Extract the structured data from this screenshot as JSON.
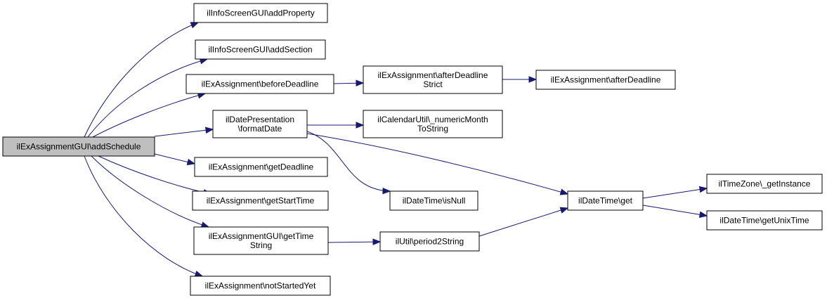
{
  "diagram": {
    "edge_color": "#191970",
    "root_fill": "#bfbfbf",
    "nodes": {
      "root": [
        "ilExAssignmentGUI\\addSchedule"
      ],
      "addProperty": [
        "ilInfoScreenGUI\\addProperty"
      ],
      "addSection": [
        "ilInfoScreenGUI\\addSection"
      ],
      "beforeDeadline": [
        "ilExAssignment\\beforeDeadline"
      ],
      "afterDeadlineStrict": [
        "ilExAssignment\\afterDeadline",
        "Strict"
      ],
      "afterDeadline": [
        "ilExAssignment\\afterDeadline"
      ],
      "formatDate": [
        "ilDatePresentation",
        "\\formatDate"
      ],
      "numericMonth": [
        "ilCalendarUtil\\_numericMonth",
        "ToString"
      ],
      "getDeadline": [
        "ilExAssignment\\getDeadline"
      ],
      "isNull": [
        "ilDateTime\\isNull"
      ],
      "getStartTime": [
        "ilExAssignment\\getStartTime"
      ],
      "dtGet": [
        "ilDateTime\\get"
      ],
      "getInstance": [
        "ilTimeZone\\_getInstance"
      ],
      "getUnixTime": [
        "ilDateTime\\getUnixTime"
      ],
      "getTimeString": [
        "ilExAssignmentGUI\\getTime",
        "String"
      ],
      "period2String": [
        "ilUtil\\period2String"
      ],
      "notStartedYet": [
        "ilExAssignment\\notStartedYet"
      ]
    },
    "edges": [
      [
        "root",
        "addProperty"
      ],
      [
        "root",
        "addSection"
      ],
      [
        "root",
        "beforeDeadline"
      ],
      [
        "root",
        "formatDate"
      ],
      [
        "root",
        "getDeadline"
      ],
      [
        "root",
        "getStartTime"
      ],
      [
        "root",
        "getTimeString"
      ],
      [
        "root",
        "notStartedYet"
      ],
      [
        "beforeDeadline",
        "afterDeadlineStrict"
      ],
      [
        "afterDeadlineStrict",
        "afterDeadline"
      ],
      [
        "formatDate",
        "numericMonth"
      ],
      [
        "formatDate",
        "isNull"
      ],
      [
        "formatDate",
        "dtGet"
      ],
      [
        "getTimeString",
        "period2String"
      ],
      [
        "period2String",
        "dtGet"
      ],
      [
        "dtGet",
        "getInstance"
      ],
      [
        "dtGet",
        "getUnixTime"
      ]
    ]
  }
}
